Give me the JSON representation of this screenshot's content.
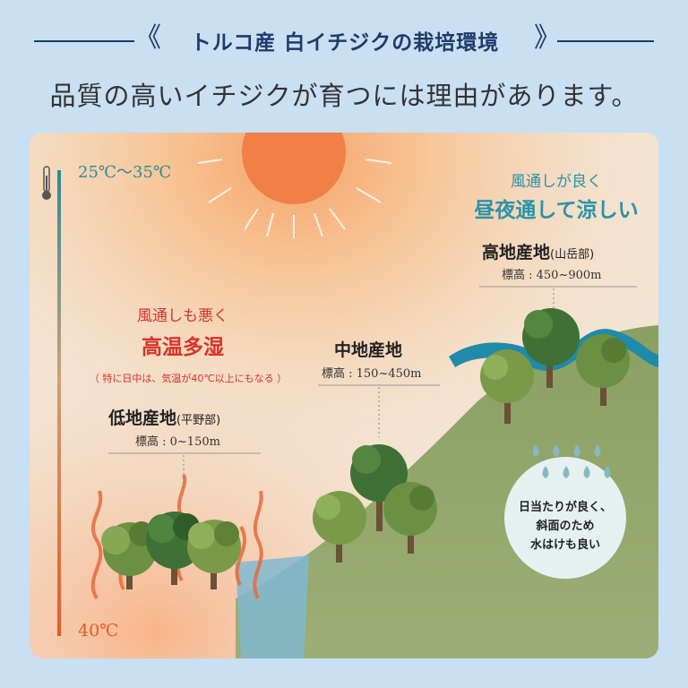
{
  "header": {
    "title": "トルコ産 白イチジクの栽培環境",
    "subtitle": "品質の高いイチジクが育つには理由があります。"
  },
  "thermometer": {
    "top_label": "25℃〜35℃",
    "bottom_label": "40℃",
    "icon": "thermometer-icon",
    "top_color": "#2e8a93",
    "bottom_color": "#e05a2a"
  },
  "lowland": {
    "caption_line1": "風通しも悪く",
    "caption_line2": "高温多湿",
    "caption_note": "（ 特に日中は、気温が40℃以上にもなる ）",
    "name": "低地産地",
    "name_suffix": "(平野部)",
    "range": "標高 : 0~150m"
  },
  "midland": {
    "name": "中地産地",
    "range": "標高 : 150~450m"
  },
  "highland": {
    "caption_line1": "風通しが良く",
    "caption_line2": "昼夜通して涼しい",
    "name": "高地産地",
    "name_suffix": "(山岳部)",
    "range": "標高 : 450~900m"
  },
  "drainage_note": {
    "line1": "日当たりが良く、",
    "line2": "斜面のため",
    "line3": "水はけも良い",
    "icon": "water-drop-icon"
  },
  "colors": {
    "accent_navy": "#1f3b6b",
    "heat_red": "#d7342a",
    "cool_teal": "#2a93a8"
  }
}
